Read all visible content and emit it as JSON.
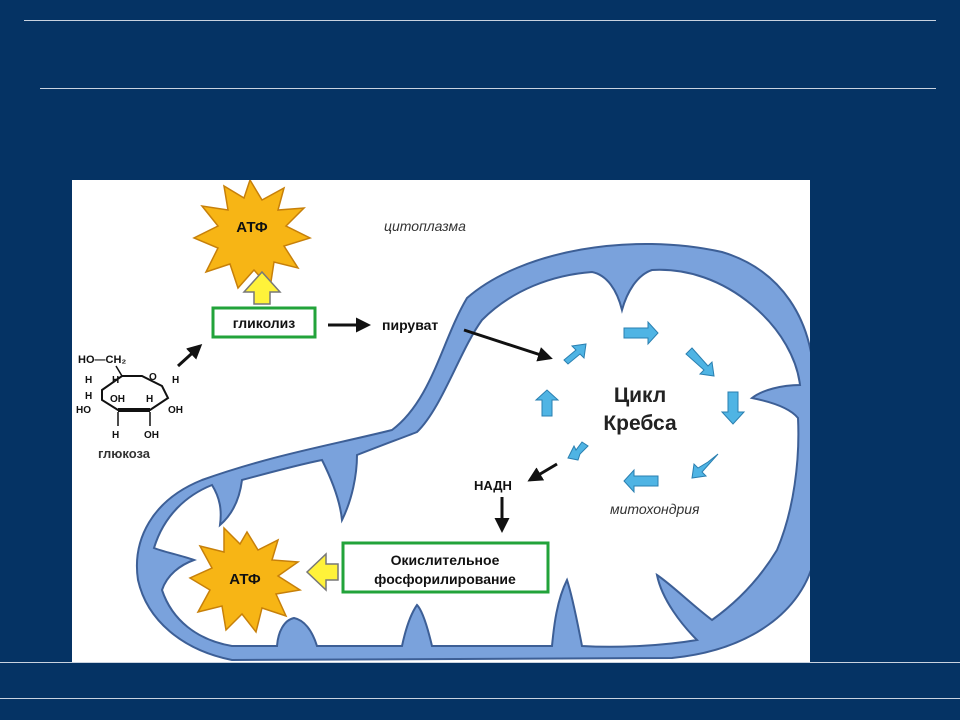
{
  "diagram": {
    "labels": {
      "atp_top": "АТФ",
      "atp_bottom": "АТФ",
      "cytoplasm": "цитоплазма",
      "glycolysis": "гликолиз",
      "pyruvate": "пируват",
      "glucose": "глюкоза",
      "krebs_line1": "Цикл",
      "krebs_line2": "Кребса",
      "nadh": "НАДН",
      "mitochondrion": "митохондрия",
      "oxphos_line1": "Окислительное",
      "oxphos_line2": "фосфорилирование"
    },
    "glucose_structure": {
      "ch2_group": "HO—CH₂",
      "h_top_left": "H",
      "h_top_mid": "H",
      "h_right": "H",
      "o_ring": "O",
      "h_left": "H",
      "oh_mid1": "OH",
      "h_mid2": "H",
      "ho_left": "HO",
      "oh_right": "OH",
      "h_bottom_left": "H",
      "oh_bottom": "OH"
    },
    "colors": {
      "membrane": "#7aa2dc",
      "membrane_stroke": "#3d5f96",
      "atp_star": "#f7b515",
      "box_border": "#22a33a",
      "up_arrow": "#fff23a",
      "cycle_arrow": "#4fb4e4"
    }
  }
}
